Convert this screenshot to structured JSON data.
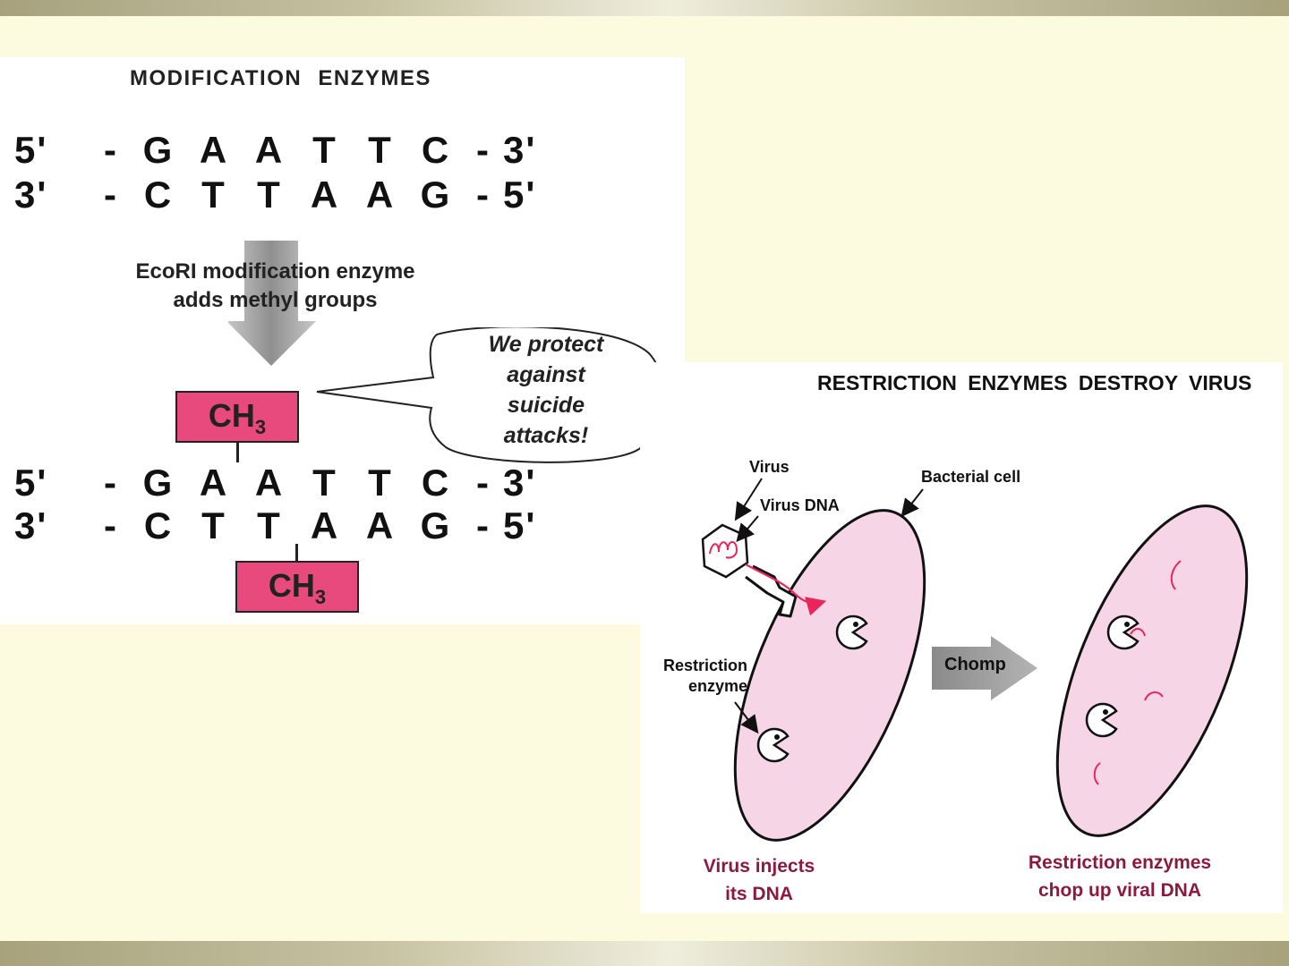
{
  "modification": {
    "title": "MODIFICATION ENZYMES",
    "strand_before": {
      "top": {
        "left": "5'",
        "bases": [
          "G",
          "A",
          "A",
          "T",
          "T",
          "C"
        ],
        "right": "3'"
      },
      "bottom": {
        "left": "3'",
        "bases": [
          "C",
          "T",
          "T",
          "A",
          "A",
          "G"
        ],
        "right": "5'"
      }
    },
    "enzyme_label": [
      "EcoRI modification enzyme",
      "adds methyl groups"
    ],
    "methyl": {
      "main": "CH",
      "sub": "3"
    },
    "speech_bubble": [
      "We protect",
      "against",
      "suicide",
      "attacks!"
    ],
    "strand_after": {
      "top": {
        "left": "5'",
        "bases": [
          "G",
          "A",
          "A",
          "T",
          "T",
          "C"
        ],
        "right": "3'"
      },
      "bottom": {
        "left": "3'",
        "bases": [
          "C",
          "T",
          "T",
          "A",
          "A",
          "G"
        ],
        "right": "5'"
      }
    }
  },
  "restriction": {
    "title": "RESTRICTION ENZYMES DESTROY VIRUS",
    "labels": {
      "virus": "Virus",
      "virus_dna": "Virus DNA",
      "bacterial_cell": "Bacterial cell",
      "restriction_enzyme": [
        "Restriction",
        "enzyme"
      ],
      "chomp": "Chomp"
    },
    "captions": {
      "left": [
        "Virus injects",
        "its DNA"
      ],
      "right": [
        "Restriction enzymes",
        "chop up viral DNA"
      ]
    }
  },
  "colors": {
    "background": "#fdfbdf",
    "methyl_box": "#e84a7e",
    "cell_fill": "#f6d5e6",
    "dna": "#e8265c",
    "caption": "#8b1a3e",
    "arrow": "#9a9a9a"
  }
}
